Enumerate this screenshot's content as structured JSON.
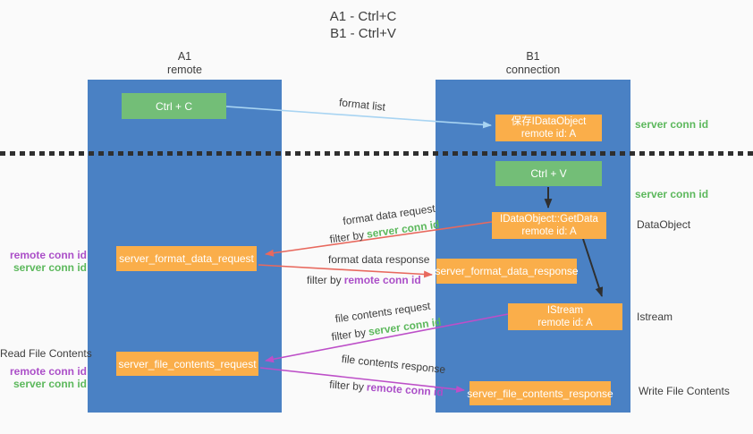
{
  "title": {
    "line1": "A1 - Ctrl+C",
    "line2": "B1 - Ctrl+V"
  },
  "lanes": {
    "a1": {
      "name": "A1",
      "subtitle": "remote"
    },
    "b1": {
      "name": "B1",
      "subtitle": "connection"
    }
  },
  "boxes": {
    "ctrl_c": "Ctrl + C",
    "ctrl_v": "Ctrl + V",
    "save_idataobject": {
      "line1": "保存IDataObject",
      "line2": "remote id: A"
    },
    "getdata": {
      "line1": "IDataObject::GetData",
      "line2": "remote id: A"
    },
    "istream": {
      "line1": "IStream",
      "line2": "remote id: A"
    },
    "format_request": "server_format_data_request",
    "format_response": "server_format_data_response",
    "file_request": "server_file_contents_request",
    "file_response": "server_file_contents_response"
  },
  "right_labels": {
    "server_conn_id_top": "server conn id",
    "server_conn_id_mid": "server conn id",
    "dataobject": "DataObject",
    "istream": "Istream",
    "write_file_contents": "Write File Contents"
  },
  "left_labels": {
    "remote_conn_id_1": "remote conn id",
    "server_conn_id_1": "server conn id",
    "read_file_contents": "Read File Contents",
    "remote_conn_id_2": "remote conn id",
    "server_conn_id_2": "server conn id"
  },
  "arrow_labels": {
    "format_list": "format list",
    "format_data_request": "format data request",
    "filter_by_1": "filter by",
    "filter_value_1": "server conn id",
    "format_data_response": "format data response",
    "filter_by_2": "filter by",
    "filter_value_2": "remote conn id",
    "file_contents_request": "file contents request",
    "filter_by_3": "filter by",
    "filter_value_3": "server conn id",
    "file_contents_response": "file contents response",
    "filter_by_4": "filter by",
    "filter_value_4": "remote conn id"
  },
  "colors": {
    "column_blue": "#4a81c4",
    "box_green": "#73be77",
    "box_orange": "#faae4a",
    "label_green": "#5cb85c",
    "label_purple": "#ab4fc8",
    "arrow_red": "#e8695e",
    "arrow_magenta": "#bd4fc8",
    "arrow_lightblue": "#a8d4f2",
    "arrow_black": "#2f2f2f",
    "text_dark": "#3d3d3d",
    "background": "#fafafa"
  }
}
